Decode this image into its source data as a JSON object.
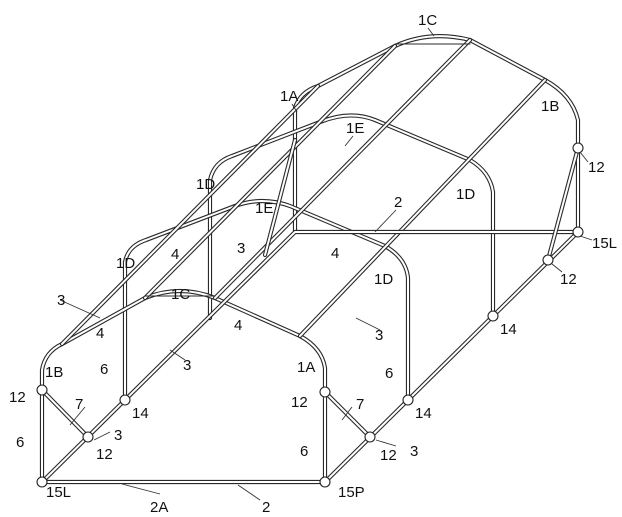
{
  "labels": {
    "l_1C_top": "1C",
    "l_1A_top": "1A",
    "l_1B_top": "1B",
    "l_1E_top": "1E",
    "l_12_a": "12",
    "l_1D_a": "1D",
    "l_2_top": "2",
    "l_15L_right": "15L",
    "l_1D_b": "1D",
    "l_1E_mid": "1E",
    "l_1D_c": "1D",
    "l_4_a": "4",
    "l_3_a": "3",
    "l_4_b": "4",
    "l_12_b": "12",
    "l_1D_d": "1D",
    "l_3_left": "3",
    "l_4_c": "4",
    "l_1C_front": "1C",
    "l_4_d": "4",
    "l_3_b": "3",
    "l_14_a": "14",
    "l_1B_front": "1B",
    "l_6_a": "6",
    "l_3_c": "3",
    "l_1A_front": "1A",
    "l_6_b": "6",
    "l_12_c": "12",
    "l_7_a": "7",
    "l_14_b": "14",
    "l_12_d": "12",
    "l_7_b": "7",
    "l_14_c": "14",
    "l_3_d": "3",
    "l_6_c": "6",
    "l_6_d": "6",
    "l_12_e": "12",
    "l_3_e": "3",
    "l_12_f": "12",
    "l_15L_front": "15L",
    "l_2A": "2A",
    "l_2_bottom": "2",
    "l_15P": "15P"
  }
}
